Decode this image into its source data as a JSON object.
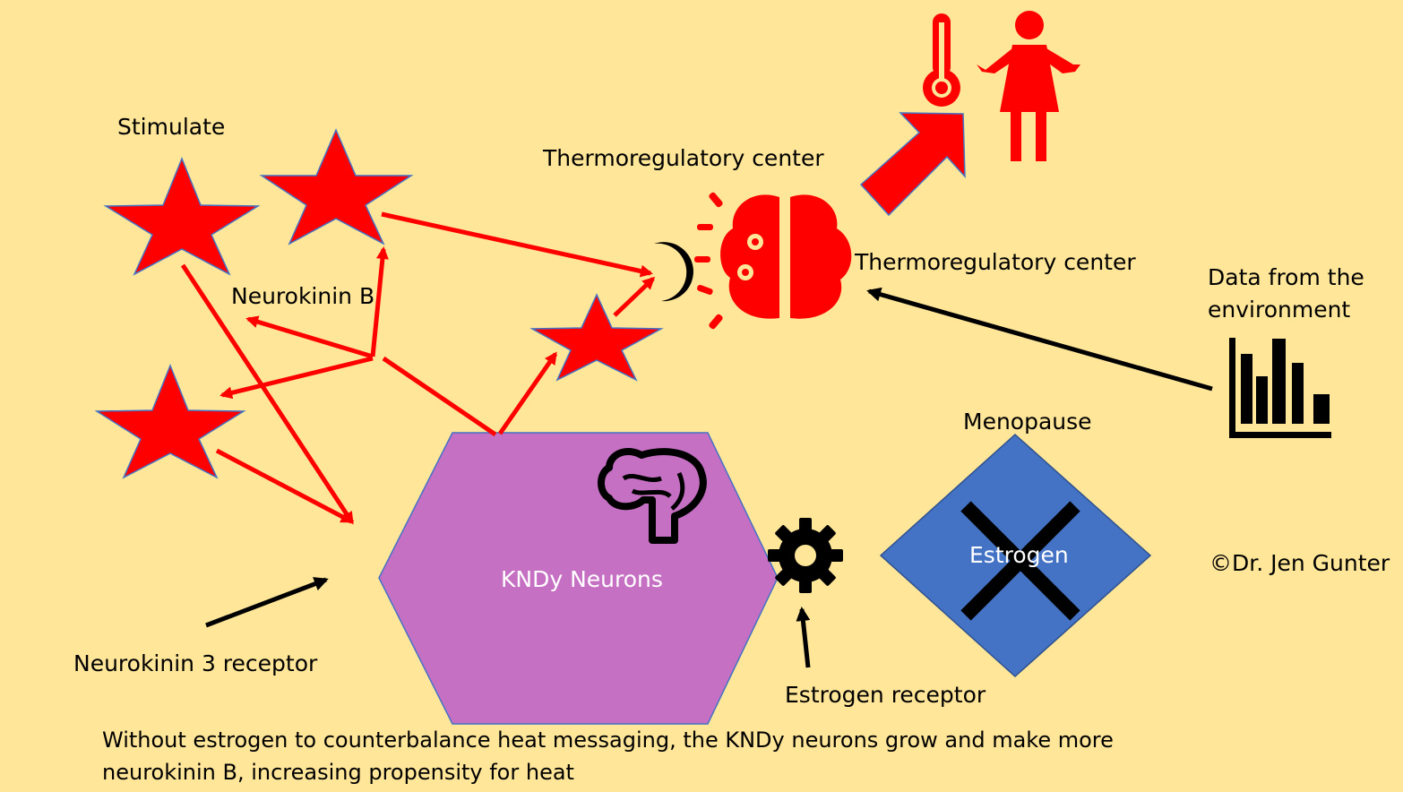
{
  "labels": {
    "stimulate": "Stimulate",
    "neurokinin_b": "Neurokinin B",
    "thermo_center_top": "Thermoregulatory center",
    "thermo_center_right": "Thermoregulatory center",
    "data_env_line1": "Data from the",
    "data_env_line2": "environment",
    "menopause": "Menopause",
    "estrogen": "Estrogen",
    "copyright": "©Dr. Jen Gunter",
    "kndy": "KNDy Neurons",
    "nk3_receptor": "Neurokinin 3 receptor",
    "estrogen_receptor": "Estrogen receptor"
  },
  "caption": "Without estrogen to counterbalance heat messaging, the KNDy neurons grow and make more neurokinin B, increasing propensity for heat",
  "colors": {
    "background": "#FFE699",
    "star": "#FF0000",
    "star_outline": "#4472C4",
    "hexagon": "#C670C4",
    "diamond": "#4472C4",
    "arrow_red": "#FF0000",
    "arrow_black": "#000000",
    "icon_red": "#FF0000"
  },
  "icons": [
    "star",
    "crescent-receptor-icon",
    "brain-icon",
    "gear-icon",
    "thermometer-icon",
    "woman-icon",
    "bar-chart-icon",
    "x-mark-icon",
    "big-arrow-icon"
  ]
}
